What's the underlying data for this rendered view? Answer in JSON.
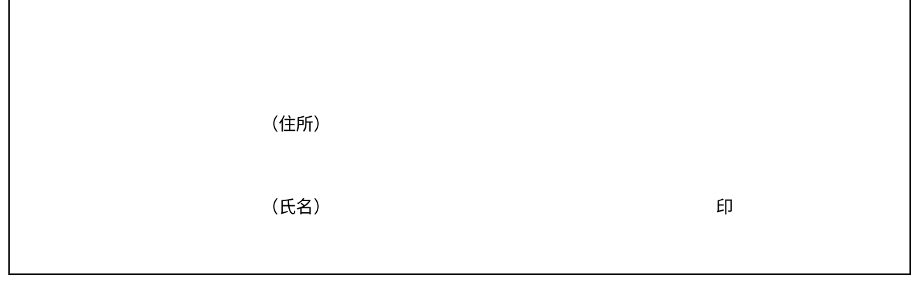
{
  "form": {
    "address_label": "（住所）",
    "name_label": "（氏名）",
    "seal_label": "印"
  }
}
